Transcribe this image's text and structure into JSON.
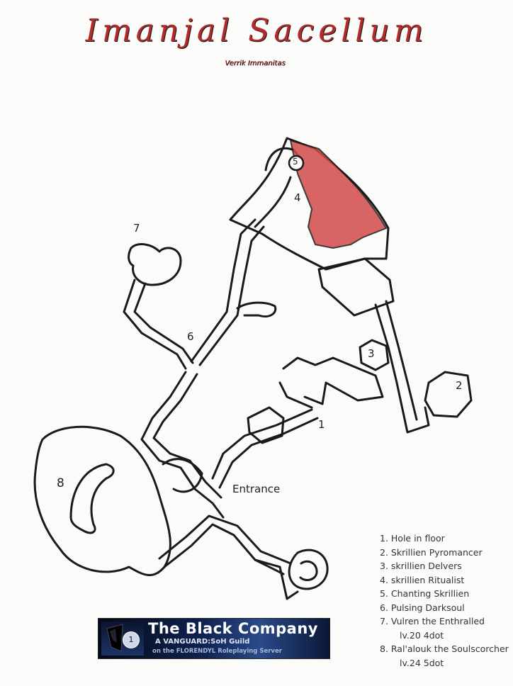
{
  "map": {
    "title": "Imanjal Sacellum",
    "author": "Verrik Immanitas",
    "room_labels": [
      "1",
      "2",
      "3",
      "4",
      "5",
      "6",
      "7",
      "8"
    ],
    "entrance_label": "Entrance",
    "highlight_color": "#d24a4a",
    "ink_color": "#1a1a1a",
    "accent_color": "#b22a2a"
  },
  "legend": {
    "items": [
      "1. Hole in floor",
      "2. Skrillien Pyromancer",
      "3. skrillien Delvers",
      "4. skrillien Ritualist",
      "5. Chanting Skrillien",
      "6. Pulsing Darksoul",
      "7. Vulren the Enthralled",
      "lv.20 4dot",
      "8. Ral'alouk the Soulscorcher",
      "lv.24 5dot"
    ]
  },
  "banner": {
    "name": "The Black Company",
    "tag": "A VANGUARD:SoH Guild",
    "server": "on the FLORENDYL Roleplaying Server",
    "crest_badge": "1",
    "colors": {
      "bg_dark": "#050a18",
      "bg_mid": "#2a4a8a",
      "text": "#ffffff"
    }
  }
}
